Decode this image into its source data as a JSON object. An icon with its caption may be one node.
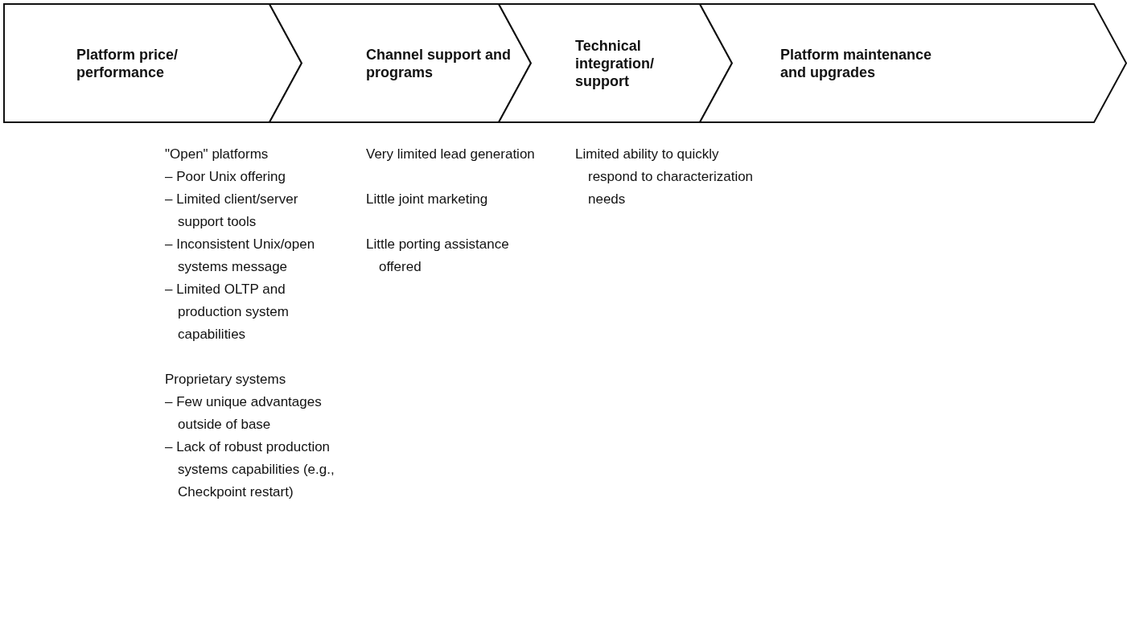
{
  "diagram": {
    "nodes": [
      {
        "text": [
          "Platform price/ performance"
        ],
        "beside": [
          "\"Open\" platforms",
          "– Poor Unix offering",
          "– Limited client/server support tools",
          "– Inconsistent Unix/open systems message",
          "– Limited OLTP and production system capabilities",
          "Proprietary systems",
          "– Few unique advantages outside of base",
          "– Lack of robust production systems capabilities (e.g., Checkpoint restart)"
        ]
      },
      {
        "text": [
          "Channel support and programs"
        ],
        "beside": [
          "Very limited lead generation",
          "Little joint marketing",
          "Little porting assistance offered"
        ]
      },
      {
        "text": [
          "Technical integration/ support"
        ],
        "beside": [
          "Limited ability to quickly respond to characterization needs"
        ]
      },
      {
        "text": [
          "Platform maintenance and upgrades"
        ]
      }
    ]
  }
}
